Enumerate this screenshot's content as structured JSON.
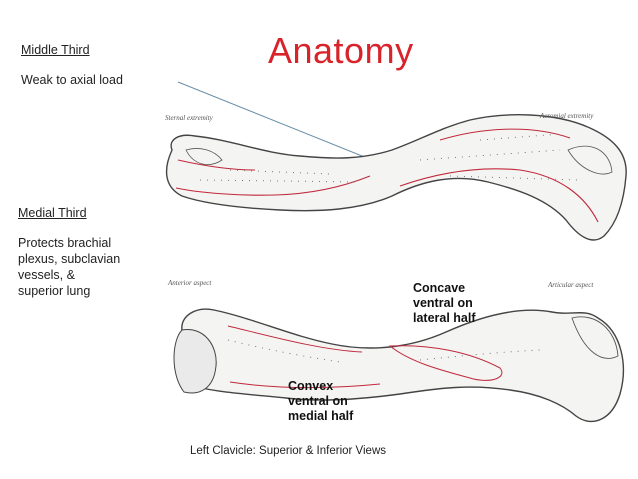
{
  "title": "Anatomy",
  "middle_third": {
    "heading": "Middle Third",
    "text": "Weak to axial load"
  },
  "medial_third": {
    "heading": "Medial Third",
    "lines": [
      "Protects brachial",
      "plexus, subclavian",
      "vessels, &",
      "superior lung"
    ]
  },
  "superior_view": {
    "label_left": "Sternal extremity",
    "label_right": "Acromial extremity"
  },
  "inferior_view": {
    "label_left": "Anterior aspect",
    "label_right": "Articular aspect",
    "concave_lines": [
      "Concave",
      "ventral on",
      "lateral half"
    ],
    "convex_lines": [
      "Convex",
      "ventral on",
      "medial half"
    ]
  },
  "caption": "Left Clavicle:  Superior & Inferior Views",
  "colors": {
    "title": "#d8232a",
    "muscle_outline": "#c0283c",
    "bone_outline": "#444444"
  }
}
